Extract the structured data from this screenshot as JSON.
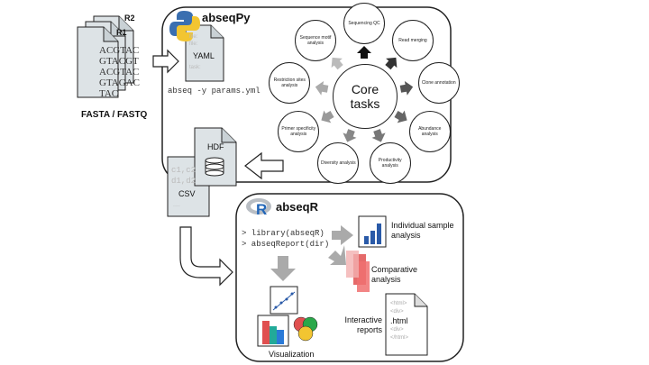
{
  "fasta": {
    "label": "FASTA / FASTQ",
    "r1": "R1",
    "r2": "R2",
    "sequences": [
      "ACGTAC",
      "GTACGT",
      "ACGTAC",
      "GTAGAC",
      "TAC"
    ]
  },
  "abseqpy": {
    "title": "abseqPy",
    "yaml": "YAML",
    "yaml_faded": [
      "file:",
      "file:",
      "task:"
    ],
    "command": "abseq -y params.yml",
    "core_label": "Core tasks",
    "tasks": [
      "Sequencing QC",
      "Read merging",
      "Clone annotation",
      "Abundance analysis",
      "Productivity analysis",
      "Diversity analysis",
      "Primer specificity analysis",
      "Restriction sites analysis",
      "Sequence motif analysis"
    ]
  },
  "outputs": {
    "hdf": "HDF",
    "csv": "CSV",
    "csv_faded": [
      "c1,c2",
      "d1,d2",
      "...."
    ]
  },
  "abseqr": {
    "title": "abseqR",
    "commands": [
      "> library(abseqR)",
      "> abseqReport(dir)"
    ],
    "individual": "Individual sample analysis",
    "comparative": "Comparative analysis",
    "interactive": "Interactive reports",
    "html_file": ".html",
    "html_faded": [
      "<html>",
      "<div>",
      "<div>",
      "</html>"
    ],
    "visualization": "Visualization"
  },
  "colors": {
    "arrow_dark": "#111111",
    "arrow_gray": "#9a9a9a",
    "python_blue": "#3a6fb0",
    "python_yellow": "#f2c531",
    "r_blue": "#2266b8",
    "bar_blue": "#2a5aa8",
    "doc_fill": "#dde3e6"
  },
  "icons": [
    "python-logo-icon",
    "r-logo-icon",
    "database-icon",
    "bar-chart-icon",
    "stacked-chart-icon",
    "scatter-chart-icon"
  ]
}
